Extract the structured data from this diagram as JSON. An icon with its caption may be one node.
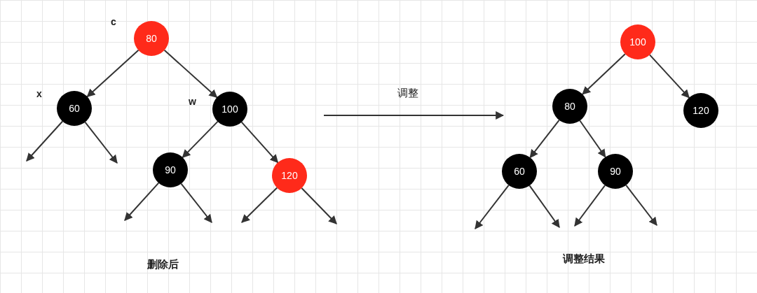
{
  "diagram": {
    "nodes": [
      {
        "text": [
          "80"
        ],
        "beside": [
          "c"
        ]
      },
      {
        "text": [
          "60"
        ],
        "beside": [
          "x"
        ]
      },
      {
        "text": [
          "100"
        ],
        "beside": [
          "w"
        ]
      },
      {
        "text": [
          "90"
        ]
      },
      {
        "text": [
          "120"
        ]
      },
      {
        "text": [
          "100"
        ]
      },
      {
        "text": [
          "80"
        ]
      },
      {
        "text": [
          "120"
        ]
      },
      {
        "text": [
          "60"
        ]
      },
      {
        "text": [
          "90"
        ]
      }
    ],
    "edges": [
      {
        "from": 0,
        "to": 1,
        "arrow": "to"
      },
      {
        "from": 0,
        "to": 2,
        "arrow": "to"
      },
      {
        "from": 1,
        "to": null,
        "arrow": "to"
      },
      {
        "from": 1,
        "to": null,
        "arrow": "to"
      },
      {
        "from": 2,
        "to": 3,
        "arrow": "to"
      },
      {
        "from": 2,
        "to": 4,
        "arrow": "to"
      },
      {
        "from": 3,
        "to": null,
        "arrow": "to"
      },
      {
        "from": 3,
        "to": null,
        "arrow": "to"
      },
      {
        "from": 4,
        "to": null,
        "arrow": "to"
      },
      {
        "from": 4,
        "to": null,
        "arrow": "to"
      },
      {
        "from": 5,
        "to": 6,
        "arrow": "to"
      },
      {
        "from": 5,
        "to": 7,
        "arrow": "to"
      },
      {
        "from": 6,
        "to": 8,
        "arrow": "to"
      },
      {
        "from": 6,
        "to": 9,
        "arrow": "to"
      },
      {
        "from": 8,
        "to": null,
        "arrow": "to"
      },
      {
        "from": 8,
        "to": null,
        "arrow": "to"
      },
      {
        "from": 9,
        "to": null,
        "arrow": "to"
      },
      {
        "from": 9,
        "to": null,
        "arrow": "to"
      }
    ],
    "labels": [
      "调整",
      "删除后",
      "调整结果"
    ]
  }
}
